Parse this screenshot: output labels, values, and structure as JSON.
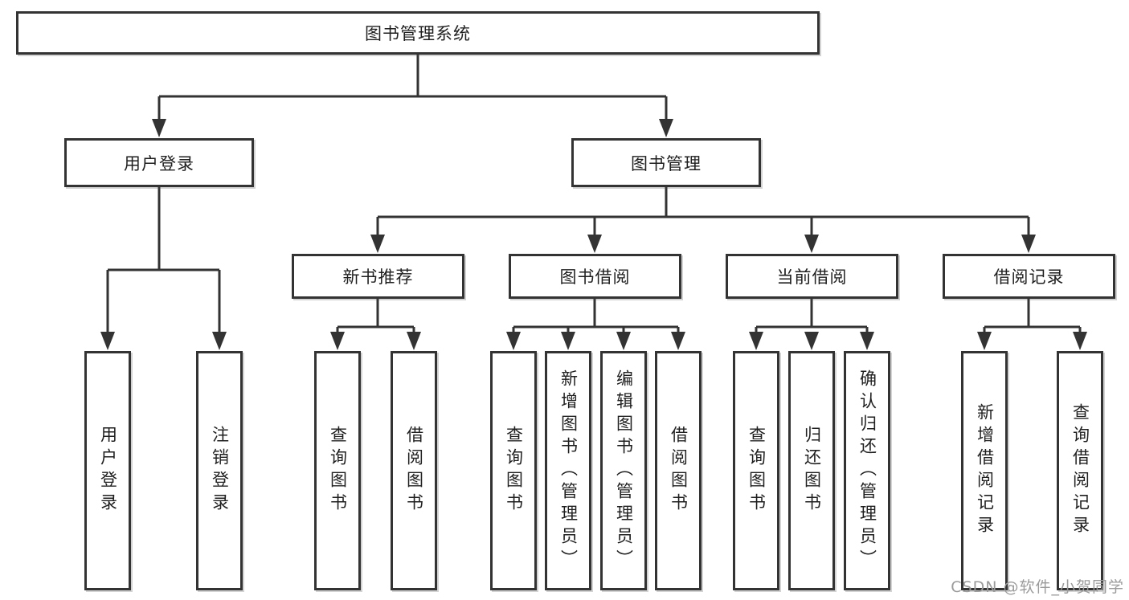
{
  "diagram": {
    "root": {
      "label": "图书管理系统"
    },
    "branches": [
      {
        "label": "用户登录",
        "children": [
          {
            "label": "用户登录"
          },
          {
            "label": "注销登录"
          }
        ]
      },
      {
        "label": "图书管理",
        "groups": [
          {
            "label": "新书推荐",
            "children": [
              {
                "label": "查询图书"
              },
              {
                "label": "借阅图书"
              }
            ]
          },
          {
            "label": "图书借阅",
            "children": [
              {
                "label": "查询图书"
              },
              {
                "label": "新增图书（管理员）"
              },
              {
                "label": "编辑图书（管理员）"
              },
              {
                "label": "借阅图书"
              }
            ]
          },
          {
            "label": "当前借阅",
            "children": [
              {
                "label": "查询图书"
              },
              {
                "label": "归还图书"
              },
              {
                "label": "确认归还（管理员）"
              }
            ]
          },
          {
            "label": "借阅记录",
            "children": [
              {
                "label": "新增借阅记录"
              },
              {
                "label": "查询借阅记录"
              }
            ]
          }
        ]
      }
    ]
  },
  "watermark": {
    "text": "CSDN @软件_小贺同学"
  },
  "colors": {
    "line": "#333333",
    "border": "#333333",
    "text": "#1f1f1f",
    "watermark": "#9b9b9b",
    "background": "#ffffff"
  }
}
